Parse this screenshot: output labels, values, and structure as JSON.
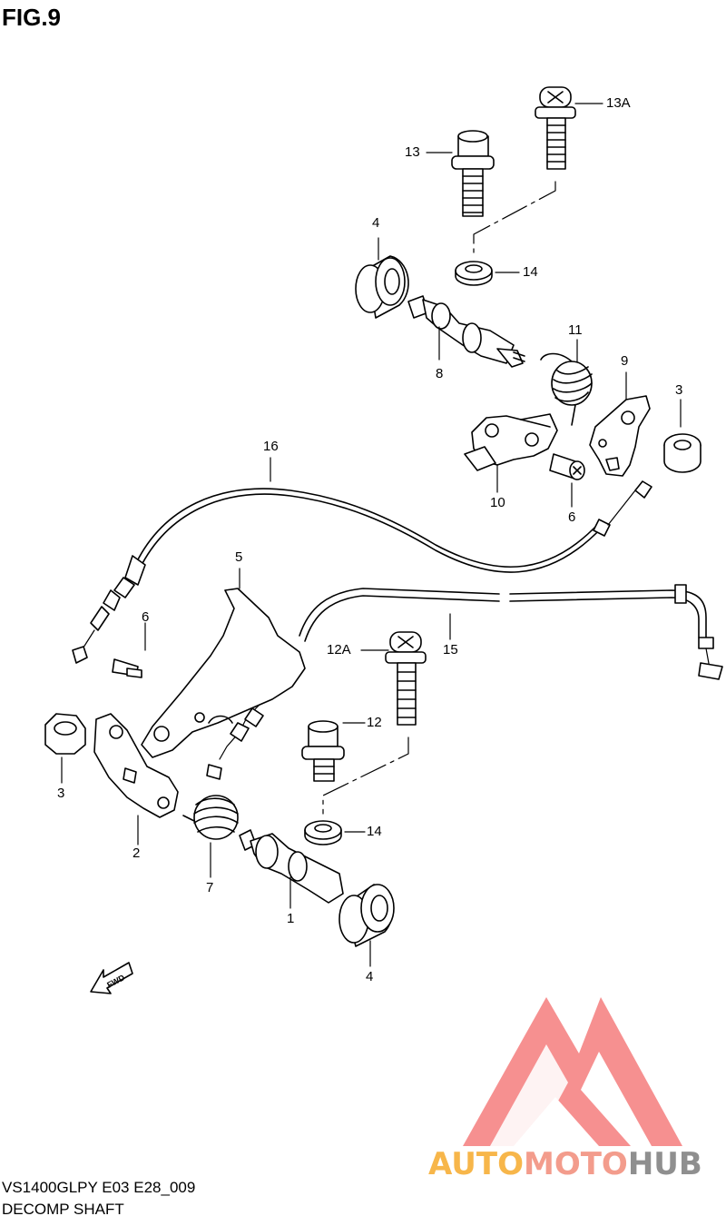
{
  "title": "FIG.9",
  "callouts": {
    "c13a": "13A",
    "c13": "13",
    "c4_top": "4",
    "c14_top": "14",
    "c11": "11",
    "c8": "8",
    "c9": "9",
    "c3_right": "3",
    "c16": "16",
    "c10": "10",
    "c6_right": "6",
    "c5": "5",
    "c6_left": "6",
    "c12a": "12A",
    "c15": "15",
    "c12": "12",
    "c3_left": "3",
    "c2": "2",
    "c14_bottom": "14",
    "c7": "7",
    "c1": "1",
    "c4_bottom": "4"
  },
  "fwd_label": "FWD",
  "footer": {
    "model": "VS1400GLPY E03 E28_009",
    "name": "DECOMP SHAFT"
  },
  "watermark": {
    "part1": "AUTO",
    "part2": "MOTO",
    "part3": "HUB",
    "colors": {
      "auto": "#f7b64a",
      "moto": "#f39c8c",
      "hub": "#8f8f8f",
      "logo": "#f36b6b"
    }
  }
}
